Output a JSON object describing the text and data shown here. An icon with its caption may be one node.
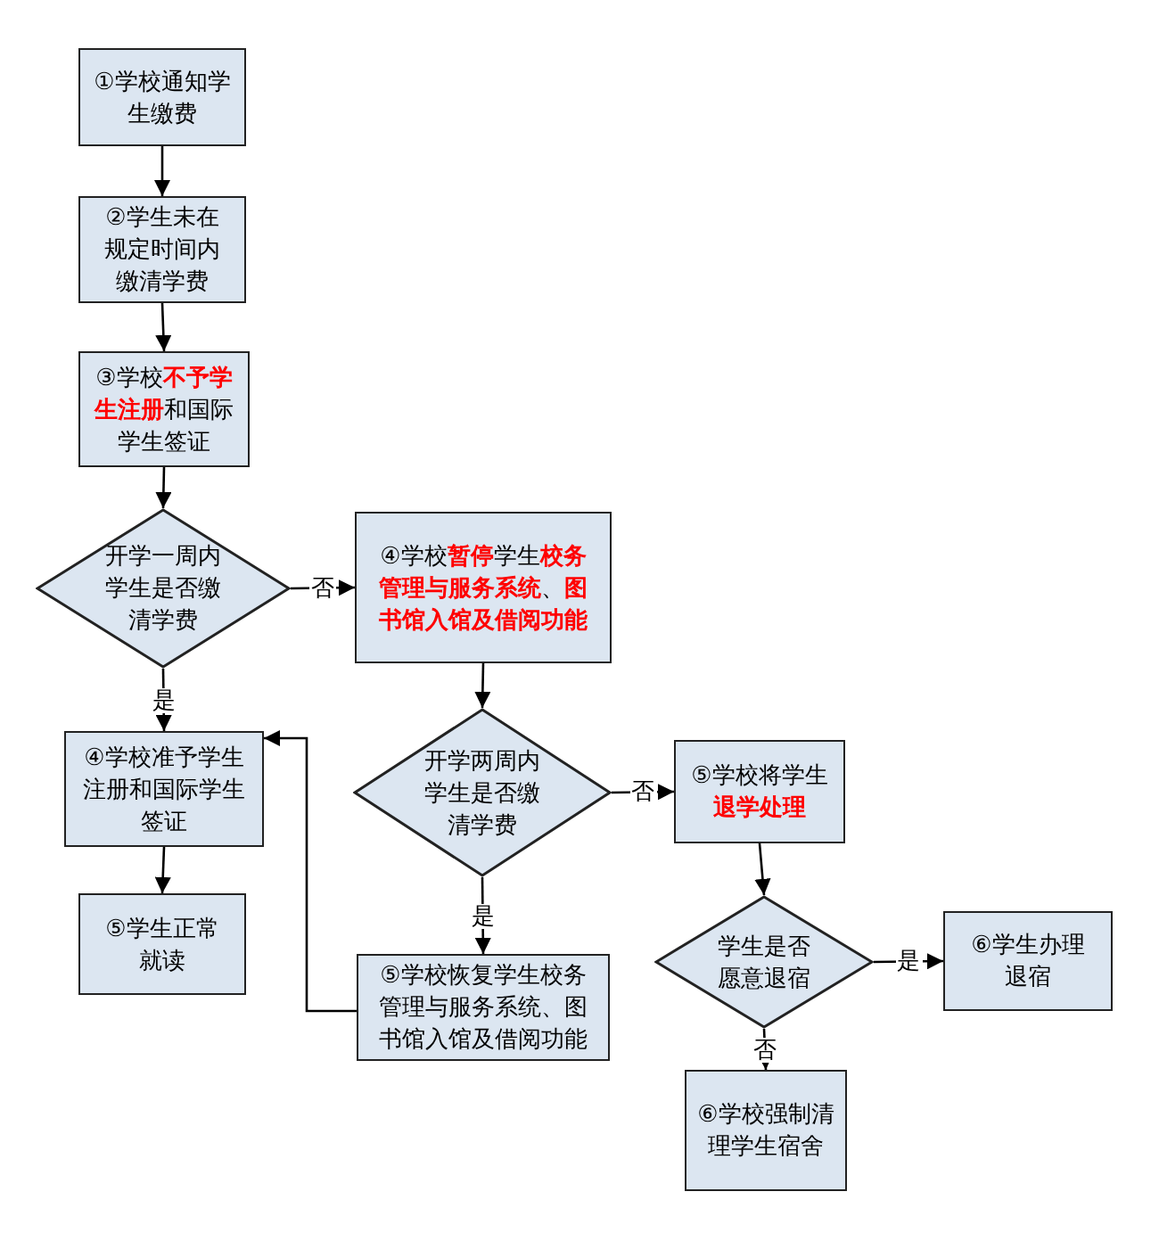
{
  "diagram": {
    "nodes": [
      {
        "text": [
          "①学校通知学生缴费"
        ]
      },
      {
        "text": [
          "②学生未在规定时间内缴清学费"
        ]
      },
      {
        "text": [
          "③学校**不予学生注册**和国际学生签证"
        ]
      },
      {
        "text": [
          "开学一周内学生是否缴清学费"
        ]
      },
      {
        "text": [
          "④学校**暂停**学生**校务管理与服务系统**、**图书馆入馆及借阅功能**"
        ]
      },
      {
        "text": [
          "④学校准予学生注册和国际学生签证"
        ]
      },
      {
        "text": [
          "⑤学生正常就读"
        ]
      },
      {
        "text": [
          "开学两周内学生是否缴清学费"
        ]
      },
      {
        "text": [
          "⑤学校恢复学生校务管理与服务系统、图书馆入馆及借阅功能"
        ]
      },
      {
        "text": [
          "⑤学校将学生**退学处理**"
        ]
      },
      {
        "text": [
          "学生是否愿意退宿"
        ]
      },
      {
        "text": [
          "⑥学生办理退宿"
        ]
      },
      {
        "text": [
          "⑥学校强制清理学生宿舍"
        ]
      }
    ],
    "edges": [
      {
        "from": 0,
        "to": 1,
        "arrow": "to"
      },
      {
        "from": 1,
        "to": 2,
        "arrow": "to"
      },
      {
        "from": 2,
        "to": 3,
        "arrow": "to"
      },
      {
        "from": 3,
        "to": 4,
        "arrow": "to",
        "label": "否"
      },
      {
        "from": 3,
        "to": 5,
        "arrow": "to",
        "label": "是"
      },
      {
        "from": 5,
        "to": 6,
        "arrow": "to"
      },
      {
        "from": 4,
        "to": 7,
        "arrow": "to"
      },
      {
        "from": 7,
        "to": 9,
        "arrow": "to",
        "label": "否"
      },
      {
        "from": 7,
        "to": 8,
        "arrow": "to",
        "label": "是"
      },
      {
        "from": 8,
        "to": 5,
        "arrow": "to"
      },
      {
        "from": 9,
        "to": 10,
        "arrow": "to"
      },
      {
        "from": 10,
        "to": 11,
        "arrow": "to",
        "label": "是"
      },
      {
        "from": 10,
        "to": 12,
        "arrow": "to",
        "label": "否"
      }
    ]
  }
}
